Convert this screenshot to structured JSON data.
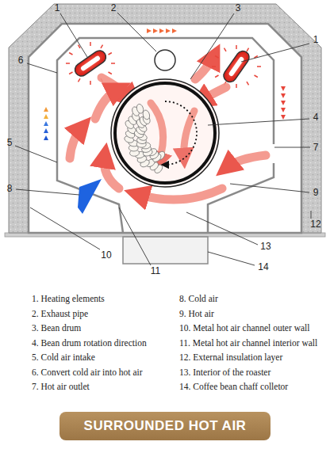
{
  "diagram": {
    "nodes": [
      {
        "text": [
          "SURROUNDED HOT AIR"
        ]
      }
    ],
    "labels": [
      "1",
      "2",
      "3",
      "1",
      "4",
      "6",
      "5",
      "7",
      "8",
      "9",
      "10",
      "11",
      "12",
      "13",
      "14",
      "1. Heating elements",
      "2. Exhaust pipe",
      "3. Bean drum",
      "4. Bean drum rotation direction",
      "5. Cold air intake",
      "6. Convert cold air into hot air",
      "7. Hot air outlet",
      "8. Cold air",
      "9. Hot air",
      "10. Metal hot air channel outer wall",
      "11. Metal hot air channel interior wall",
      "12. External insulation layer",
      "13. Interior of the roaster",
      "14. Coffee bean chaff colletor"
    ]
  }
}
